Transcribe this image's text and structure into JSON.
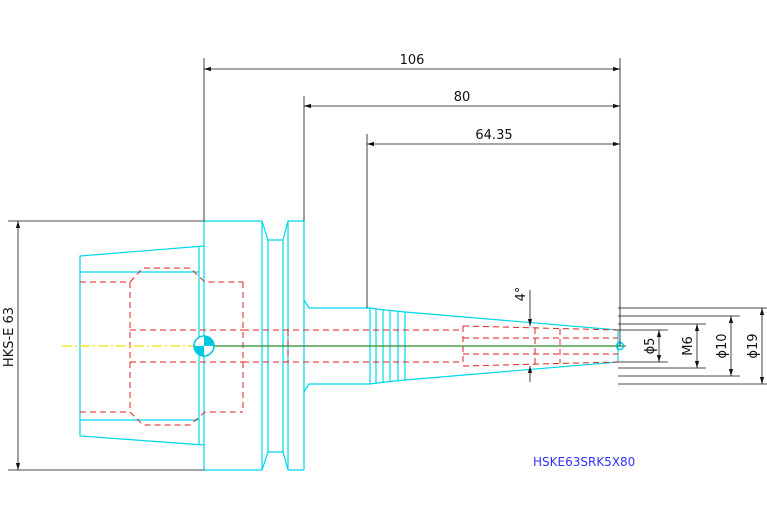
{
  "drawing": {
    "part_number": "HSKE63SRK5X80",
    "colors": {
      "background": "#ffffff",
      "outline": "#00d8e8",
      "hidden": "#e02020",
      "centerline_left": "#f0e000",
      "centerline_right": "#2a8a2a",
      "dimension": "#111111",
      "part_label": "#3030ff"
    },
    "dimensions": {
      "overall_length": "106",
      "gauge_length": "80",
      "taper_length": "64.35",
      "taper_angle": "4°",
      "shank_label": "HKS-E 63",
      "bore_dia": "ϕ5",
      "thread": "M6",
      "tip_dia": "ϕ10",
      "body_dia": "ϕ19"
    }
  }
}
